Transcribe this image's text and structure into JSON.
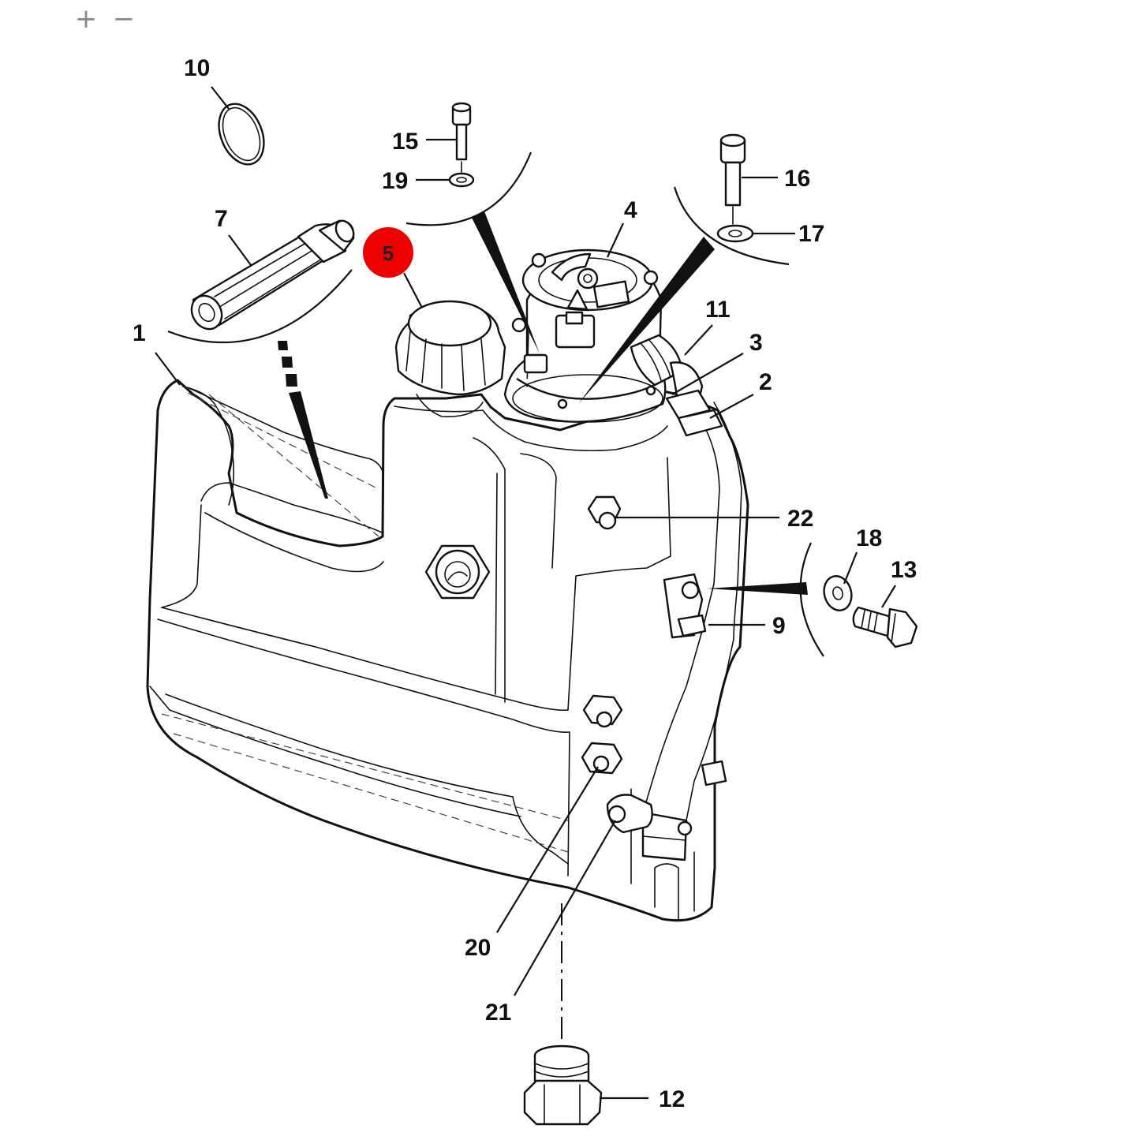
{
  "toolbar": {
    "zoom_in": "+",
    "zoom_out": "−"
  },
  "highlight": {
    "color": "#ee0000",
    "label": "5"
  },
  "callouts": [
    "1",
    "2",
    "3",
    "4",
    "7",
    "9",
    "10",
    "11",
    "12",
    "13",
    "15",
    "16",
    "17",
    "18",
    "19",
    "20",
    "21",
    "22"
  ]
}
